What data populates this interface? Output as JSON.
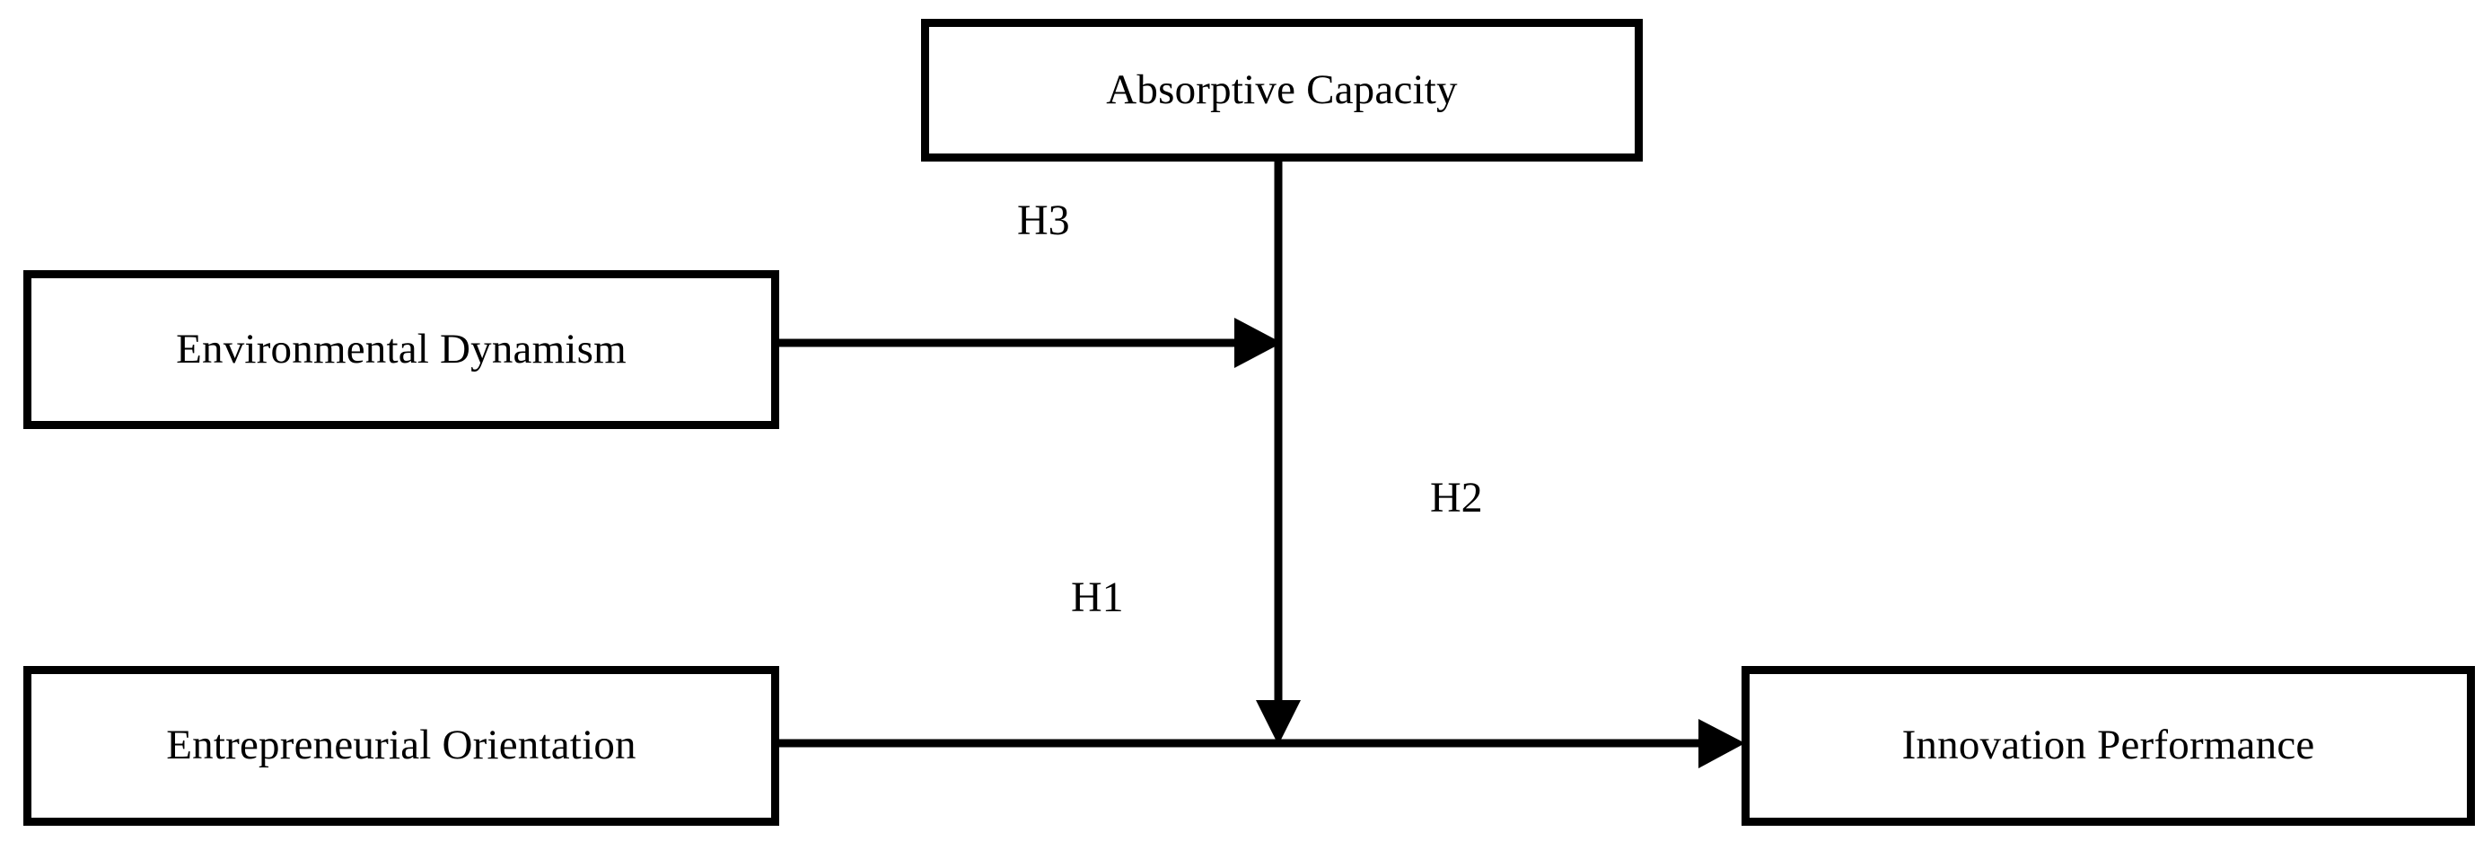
{
  "diagram": {
    "type": "conceptual-research-model",
    "background_color": "#ffffff",
    "stroke_color": "#000000",
    "nodes": [
      {
        "id": "absorptive_capacity",
        "label": "Absorptive Capacity",
        "role": "mediator"
      },
      {
        "id": "environmental_dynamism",
        "label": "Environmental Dynamism",
        "role": "moderator"
      },
      {
        "id": "entrepreneurial_orientation",
        "label": "Entrepreneurial Orientation",
        "role": "independent"
      },
      {
        "id": "innovation_performance",
        "label": "Innovation Performance",
        "role": "dependent"
      }
    ],
    "edges": [
      {
        "id": "h3",
        "label": "H3",
        "from": "environmental_dynamism",
        "to": "absorptive-capacity-path",
        "arrow": "single",
        "direction": "right"
      },
      {
        "id": "h2",
        "label": "H2",
        "from": "absorptive_capacity",
        "to": "entrepreneurial-orientation-path",
        "arrow": "single",
        "direction": "down"
      },
      {
        "id": "h1",
        "label": "H1",
        "from": "entrepreneurial_orientation",
        "to": "innovation_performance",
        "arrow": "single",
        "direction": "right"
      }
    ]
  }
}
